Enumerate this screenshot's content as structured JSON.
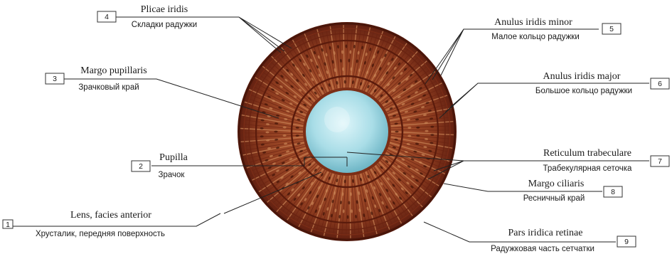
{
  "colors": {
    "iris_outer": "#6b2312",
    "iris_mid": "#a6502c",
    "iris_light": "#c98456",
    "pupil_center": "#dff6fa",
    "pupil_edge": "#6fb6c6",
    "line": "#222222"
  },
  "labels": [
    {
      "num": "1",
      "latin": "Lens, facies anterior",
      "ru": "Хрусталик, передняя поверхность"
    },
    {
      "num": "2",
      "latin": "Pupilla",
      "ru": "Зрачок"
    },
    {
      "num": "3",
      "latin": "Margo pupillaris",
      "ru": "Зрачковый край"
    },
    {
      "num": "4",
      "latin": "Plicae iridis",
      "ru": "Складки радужки"
    },
    {
      "num": "5",
      "latin": "Anulus iridis minor",
      "ru": "Малое кольцо радужки"
    },
    {
      "num": "6",
      "latin": "Anulus iridis major",
      "ru": "Большое кольцо радужки"
    },
    {
      "num": "7",
      "latin": "Reticulum trabeculare",
      "ru": "Трабекулярная сеточка"
    },
    {
      "num": "8",
      "latin": "Margo ciliaris",
      "ru": "Ресничный край"
    },
    {
      "num": "9",
      "latin": "Pars iridica retinae",
      "ru": "Радужковая часть сетчатки"
    }
  ]
}
